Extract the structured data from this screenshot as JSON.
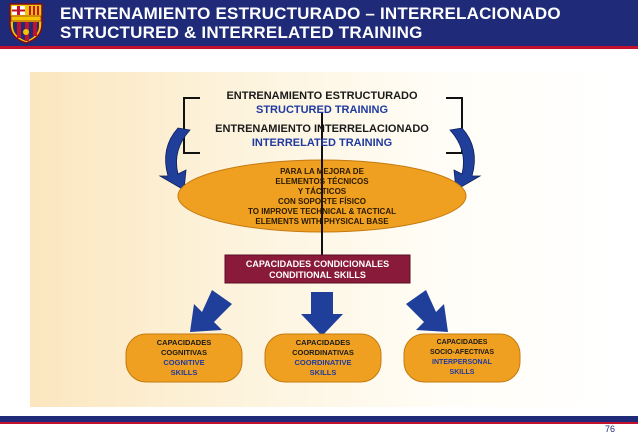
{
  "header": {
    "title_line1": "ENTRENAMIENTO ESTRUCTURADO – INTERRELACIONADO",
    "title_line2": "STRUCTURED & INTERRELATED TRAINING",
    "crest_text": "F C B"
  },
  "diagram": {
    "top_es_1": "ENTRENAMIENTO ESTRUCTURADO",
    "top_en_1": "STRUCTURED TRAINING",
    "top_es_2": "ENTRENAMIENTO INTERRELACIONADO",
    "top_en_2": "INTERRELATED TRAINING",
    "ellipse": {
      "l1": "PARA LA MEJORA DE",
      "l2": "ELEMENTOS TÉCNICOS",
      "l3": "Y TÁCTICOS",
      "l4": "CON SOPORTE FÍSICO",
      "l5": "TO IMPROVE TECHNICAL & TACTICAL",
      "l6": "ELEMENTS WITH PHYSICAL BASE"
    },
    "center_box": {
      "l1": "CAPACIDADES CONDICIONALES",
      "l2": "CONDITIONAL SKILLS"
    },
    "boxes": [
      {
        "l1": "CAPACIDADES",
        "l2": "COGNITIVAS",
        "l3": "COGNITIVE",
        "l4": "SKILLS"
      },
      {
        "l1": "CAPACIDADES",
        "l2": "COORDINATIVAS",
        "l3": "COORDINATIVE",
        "l4": "SKILLS"
      },
      {
        "l1": "CAPACIDADES",
        "l2": "SOCIO-AFECTIVAS",
        "l3": "INTERPERSONAL",
        "l4": "SKILLS"
      }
    ]
  },
  "footer": {
    "page_number": "76"
  },
  "colors": {
    "navy": "#1f2a78",
    "red": "#c3112d",
    "orange": "#f0a020",
    "maroon": "#8a1a3a",
    "arrow_blue": "#1f3f9a"
  }
}
